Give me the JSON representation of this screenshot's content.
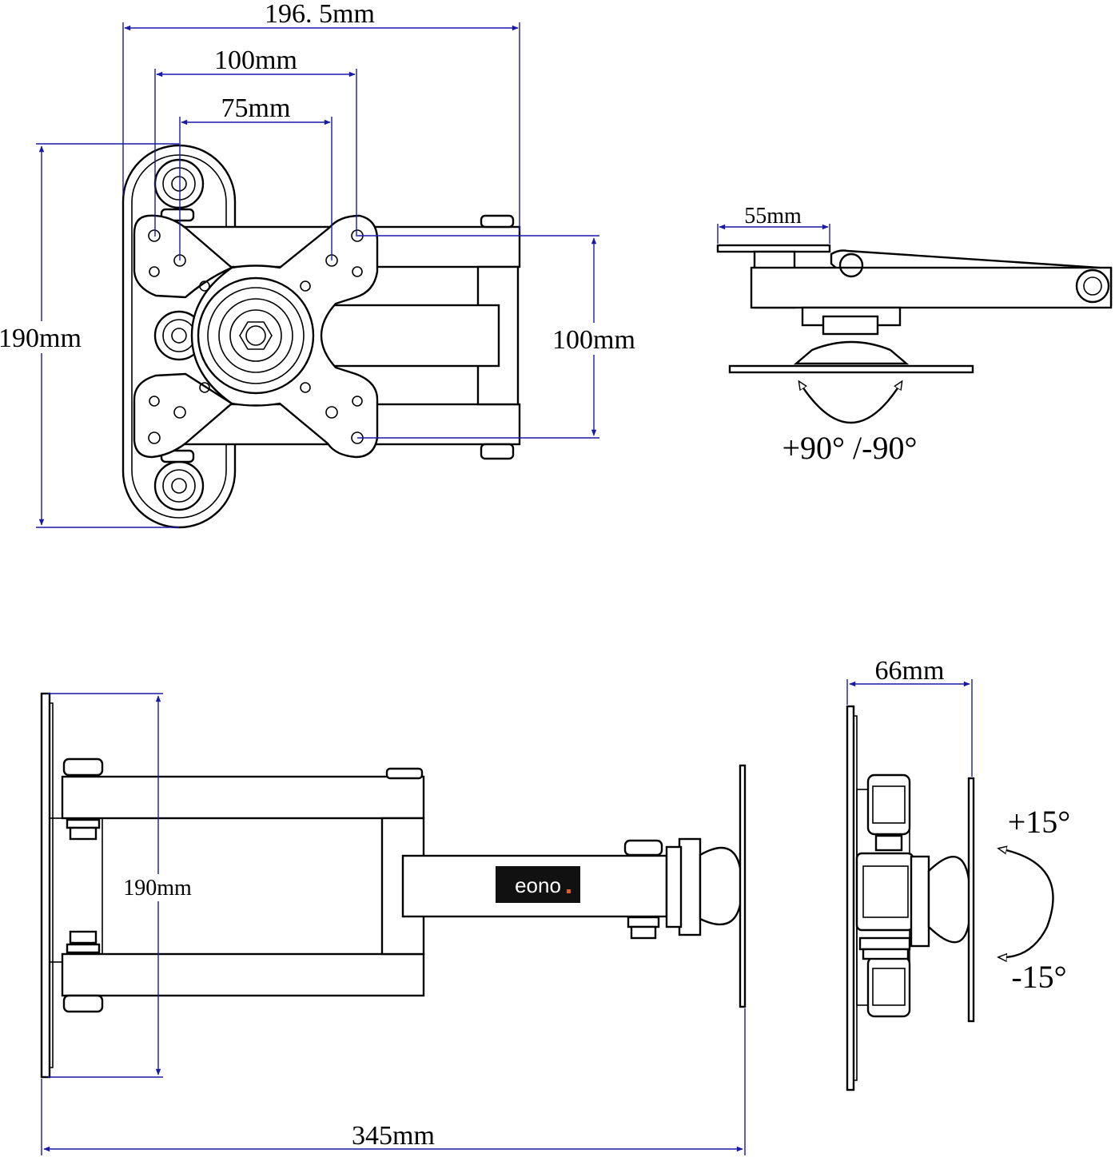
{
  "brand": {
    "logo_text": "eono",
    "logo_bg": "#111111",
    "logo_fg": "#ffffff",
    "logo_accent": "#e25a1c"
  },
  "colors": {
    "line": "#000000",
    "dimension": "#1a1aa8",
    "background": "#ffffff"
  },
  "front_view": {
    "width_total": "196. 5mm",
    "vesa_100": "100mm",
    "vesa_75": "75mm",
    "height_total": "190mm",
    "vesa_vertical": "100mm"
  },
  "top_view": {
    "plate_width": "55mm",
    "swivel": "+90°  /-90°"
  },
  "side_view": {
    "plate_height": "190mm",
    "extension": "345mm"
  },
  "tilt_view": {
    "depth": "66mm",
    "tilt_up": "+15°",
    "tilt_down": "-15°"
  }
}
